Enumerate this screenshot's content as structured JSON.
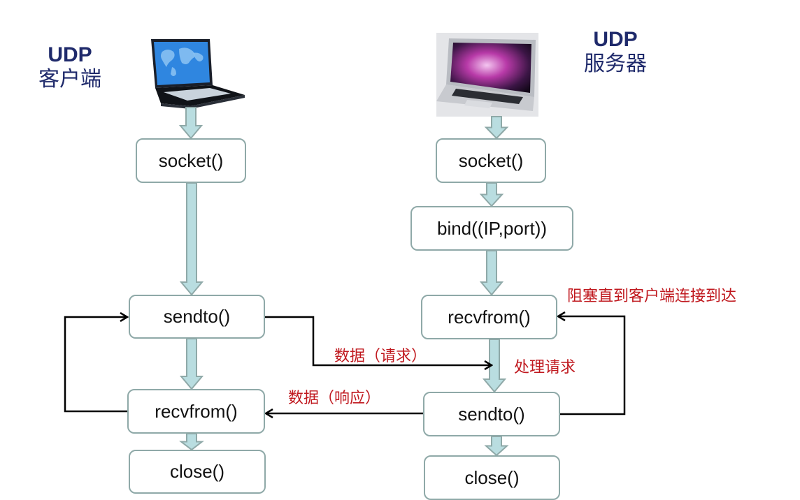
{
  "client": {
    "title_protocol": "UDP",
    "title_role": "客户端",
    "laptop_icon": "laptop-world-map-icon",
    "steps": [
      "socket()",
      "sendto()",
      "recvfrom()",
      "close()"
    ]
  },
  "server": {
    "title_protocol": "UDP",
    "title_role": "服务器",
    "laptop_icon": "laptop-icon",
    "steps": [
      "socket()",
      "bind((IP,port))",
      "recvfrom()",
      "sendto()",
      "close()"
    ]
  },
  "annotations": {
    "request_data": "数据（请求）",
    "response_data": "数据（响应）",
    "process_request": "处理请求",
    "blocking_note": "阻塞直到客户端连接到达"
  },
  "colors": {
    "title": "#1f2a6b",
    "annotation": "#c0191f",
    "box_border": "#8fa9a8",
    "flow_arrow_fill": "#b9dde0",
    "flow_arrow_stroke": "#8fa9a8",
    "connector": "#000000"
  }
}
